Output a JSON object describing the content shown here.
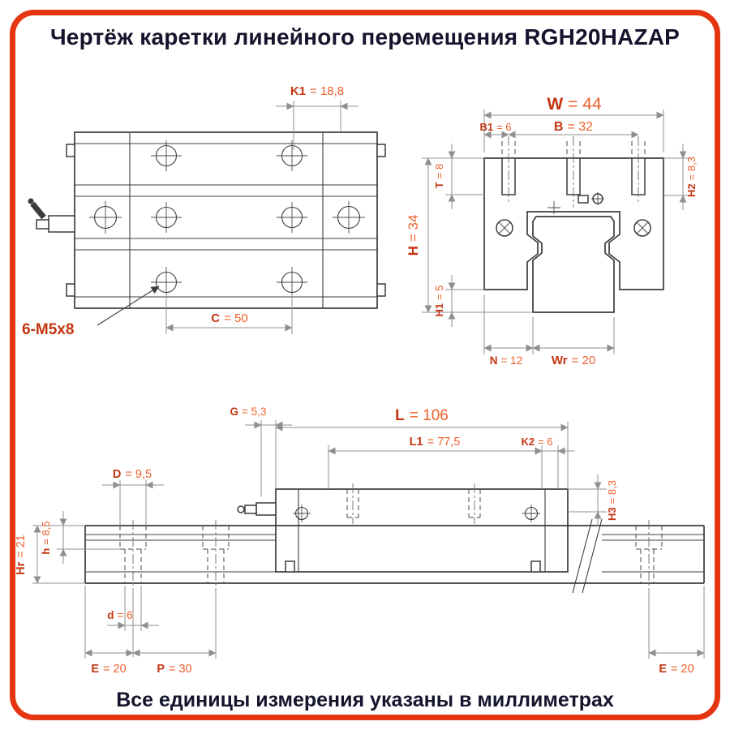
{
  "page": {
    "title": "Чертёж каретки линейного перемещения RGH20HAZAP",
    "footer": "Все единицы измерения указаны в миллиметрах"
  },
  "model": "RGH20HAZAP",
  "colors": {
    "accent": "#e63611",
    "dim_name": "#c43511",
    "dim_value": "#ee5f2a",
    "title_text": "#14142d",
    "drawing_line": "#3c3c3c",
    "dimension_line": "#8f8f8f"
  },
  "dims": {
    "K1": {
      "name": "K1",
      "value": "= 18,8"
    },
    "C": {
      "name": "C",
      "value": "= 50"
    },
    "thread": "6-M5x8",
    "W": {
      "name": "W",
      "value": "= 44"
    },
    "B": {
      "name": "B",
      "value": "= 32"
    },
    "B1": {
      "name": "B1",
      "value": "= 6"
    },
    "T": {
      "name": "T",
      "value": "= 8"
    },
    "H2": {
      "name": "H2",
      "value": "= 8,3"
    },
    "H": {
      "name": "H",
      "value": "= 34"
    },
    "H1": {
      "name": "H1",
      "value": "= 5"
    },
    "N": {
      "name": "N",
      "value": "= 12"
    },
    "Wr": {
      "name": "Wr",
      "value": "= 20"
    },
    "G": {
      "name": "G",
      "value": "= 5,3"
    },
    "L": {
      "name": "L",
      "value": "= 106"
    },
    "L1": {
      "name": "L1",
      "value": "= 77,5"
    },
    "K2": {
      "name": "K2",
      "value": "= 6"
    },
    "D": {
      "name": "D",
      "value": "= 9,5"
    },
    "H3": {
      "name": "H3",
      "value": "= 8,3"
    },
    "Hr": {
      "name": "Hr",
      "value": "= 21"
    },
    "h": {
      "name": "h",
      "value": "= 8,5"
    },
    "d": {
      "name": "d",
      "value": "= 6"
    },
    "E": {
      "name": "E",
      "value": "= 20"
    },
    "P": {
      "name": "P",
      "value": "= 30"
    }
  }
}
